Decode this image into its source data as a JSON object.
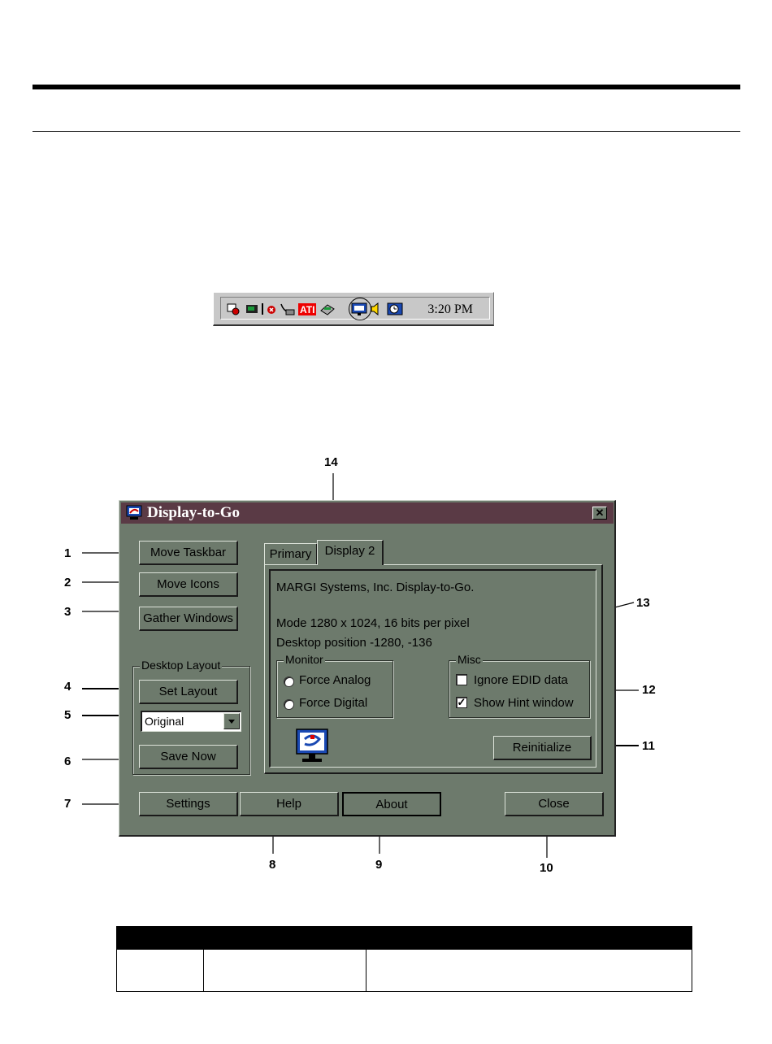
{
  "taskbar": {
    "clock": "3:20 PM",
    "icons": [
      "scheduler-icon",
      "network-icon",
      "separator-icon",
      "stop-icon",
      "modem-icon",
      "ati-icon",
      "printer-icon",
      "display-to-go-icon",
      "speaker-icon",
      "clock-tool-icon"
    ]
  },
  "dialog": {
    "title": "Display-to-Go",
    "buttons": {
      "move_taskbar": "Move Taskbar",
      "move_icons": "Move Icons",
      "gather_windows": "Gather Windows",
      "set_layout": "Set Layout",
      "save_now": "Save Now",
      "settings": "Settings",
      "help": "Help",
      "about": "About",
      "close": "Close",
      "reinitialize": "Reinitialize"
    },
    "desktop_layout": {
      "label": "Desktop Layout",
      "selected": "Original"
    },
    "tabs": [
      "Primary",
      "Display 2"
    ],
    "active_tab": "Display 2",
    "info": {
      "line1": "MARGI Systems, Inc. Display-to-Go.",
      "line2": "Mode 1280 x 1024, 16 bits per pixel",
      "line3": "Desktop position -1280, -136"
    },
    "monitor": {
      "label": "Monitor",
      "options": [
        "Force Analog",
        "Force Digital"
      ]
    },
    "misc": {
      "label": "Misc",
      "ignore_edid": "Ignore EDID data",
      "ignore_edid_checked": false,
      "show_hint": "Show Hint window",
      "show_hint_checked": true
    }
  },
  "callouts": [
    "1",
    "2",
    "3",
    "4",
    "5",
    "6",
    "7",
    "8",
    "9",
    "10",
    "11",
    "12",
    "13",
    "14"
  ],
  "colors": {
    "dialog_face": "#6d7a6c",
    "titlebar": "#5a3a45",
    "taskbar": "#c8c8c8"
  }
}
